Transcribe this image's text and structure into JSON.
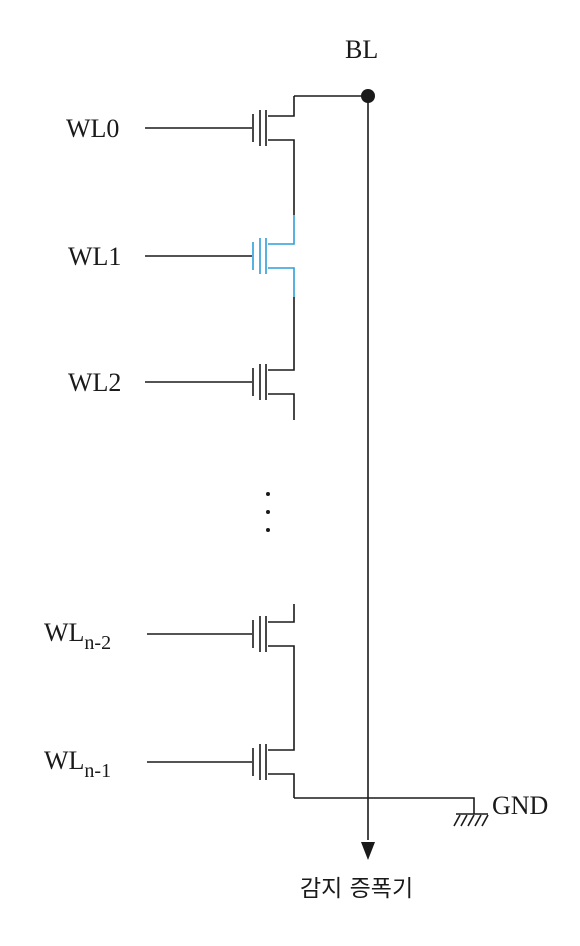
{
  "bitline": {
    "label": "BL"
  },
  "ground": {
    "label": "GND"
  },
  "sense_amp": {
    "label": "감지 증폭기"
  },
  "wordlines": [
    {
      "label": "WL0",
      "sub": "",
      "highlight": false
    },
    {
      "label": "WL1",
      "sub": "",
      "highlight": true
    },
    {
      "label": "WL2",
      "sub": "",
      "highlight": false
    },
    {
      "label": "WL",
      "sub": "n-2",
      "highlight": false
    },
    {
      "label": "WL",
      "sub": "n-1",
      "highlight": false
    }
  ],
  "ellipsis": "⋮",
  "colors": {
    "line": "#1a1a1a",
    "highlight": "#2e9fd8"
  }
}
